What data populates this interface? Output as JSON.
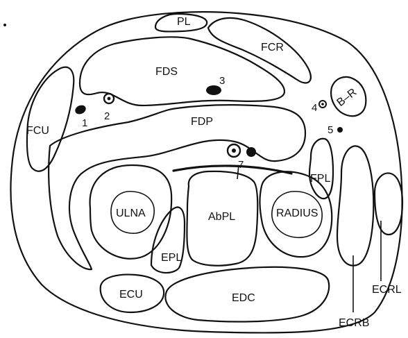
{
  "muscles": {
    "pl": "PL",
    "fcr": "FCR",
    "fds": "FDS",
    "fcu": "FCU",
    "fdp": "FDP",
    "br": "B–R",
    "fpl": "FPL",
    "abpl": "AbPL",
    "epl": "EPL",
    "ecu": "ECU",
    "edc": "EDC",
    "ecrb": "ECRB",
    "ecrl": "ECRL"
  },
  "bones": {
    "ulna": "ULNA",
    "radius": "RADIUS"
  },
  "markers": {
    "m1": "1",
    "m2": "2",
    "m3": "3",
    "m4": "4",
    "m5": "5",
    "m7": "7"
  }
}
